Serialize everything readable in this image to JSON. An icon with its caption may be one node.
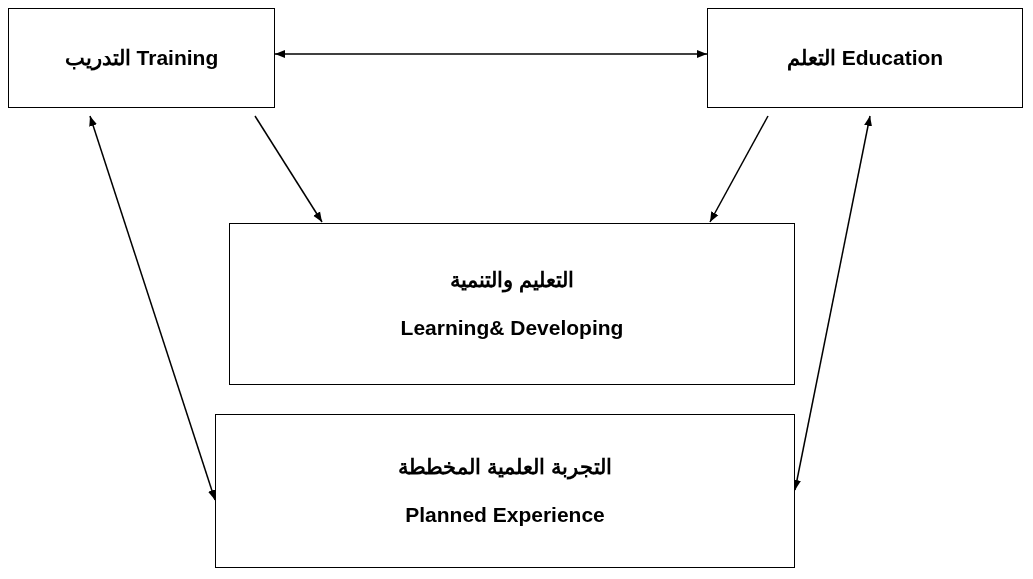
{
  "diagram": {
    "nodes": [
      {
        "text": [
          "التدريب Training"
        ]
      },
      {
        "text": [
          "التعلم Education"
        ]
      },
      {
        "text": [
          "التعليم والتنمية",
          "Learning& Developing"
        ]
      },
      {
        "text": [
          "التجربة العلمية المخططة",
          "Planned Experience"
        ]
      }
    ],
    "edges": [
      {
        "from": 0,
        "to": 1,
        "arrow": "both"
      },
      {
        "from": 0,
        "to": 2,
        "arrow": "to"
      },
      {
        "from": 1,
        "to": 2,
        "arrow": "to"
      },
      {
        "from": 0,
        "to": 3,
        "arrow": "both"
      },
      {
        "from": 1,
        "to": 3,
        "arrow": "both"
      }
    ]
  }
}
